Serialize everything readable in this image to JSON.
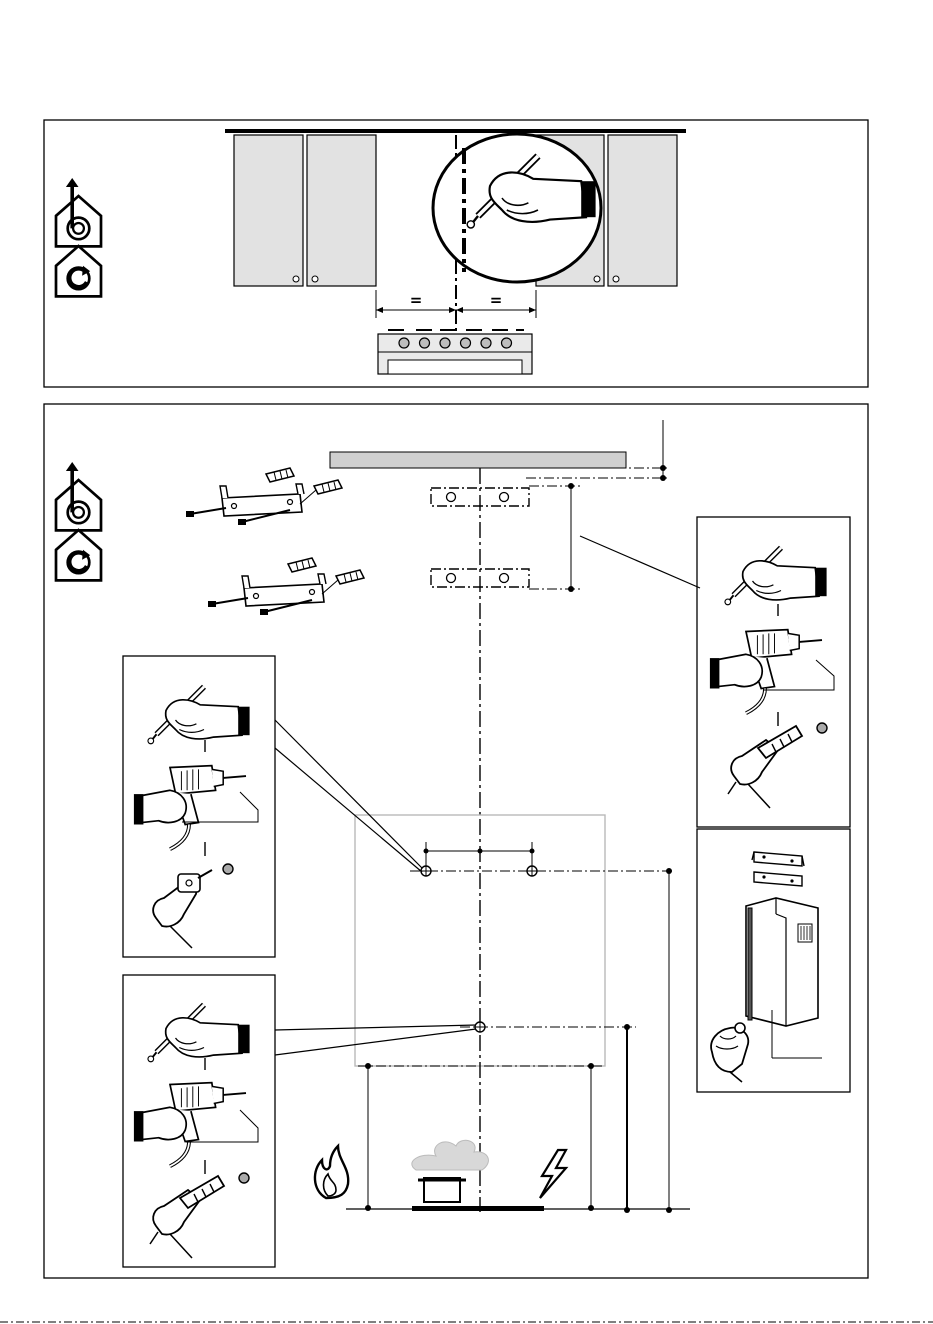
{
  "page": {
    "background": "#ffffff",
    "ink": "#000000",
    "panel_fill": "#e2e2e2",
    "guide_color": "#b9b9b9"
  },
  "panel_top": {
    "equal_marks": [
      "=",
      "="
    ],
    "icons": [
      "ducted-extraction-house-icon",
      "recirculation-house-icon"
    ],
    "magnifier": "pencil-marking-hand-icon",
    "hob_knob_count": 6
  },
  "panel_bottom": {
    "icons": [
      "ducted-extraction-house-icon",
      "recirculation-house-icon",
      "gas-flame-icon",
      "electric-lightning-icon",
      "cooking-pot-icon"
    ],
    "detail_boxes": [
      {
        "name": "upper-bracket-fixing-steps",
        "steps": [
          "mark",
          "drill",
          "insert-plug"
        ]
      },
      {
        "name": "left-hood-fixing-steps",
        "steps": [
          "mark",
          "drill",
          "insert-plug"
        ]
      },
      {
        "name": "left-safety-screw-steps",
        "steps": [
          "mark",
          "drill",
          "insert-plug"
        ]
      },
      {
        "name": "chimney-assembly",
        "steps": [
          "brackets",
          "chimney-fit"
        ]
      }
    ]
  }
}
